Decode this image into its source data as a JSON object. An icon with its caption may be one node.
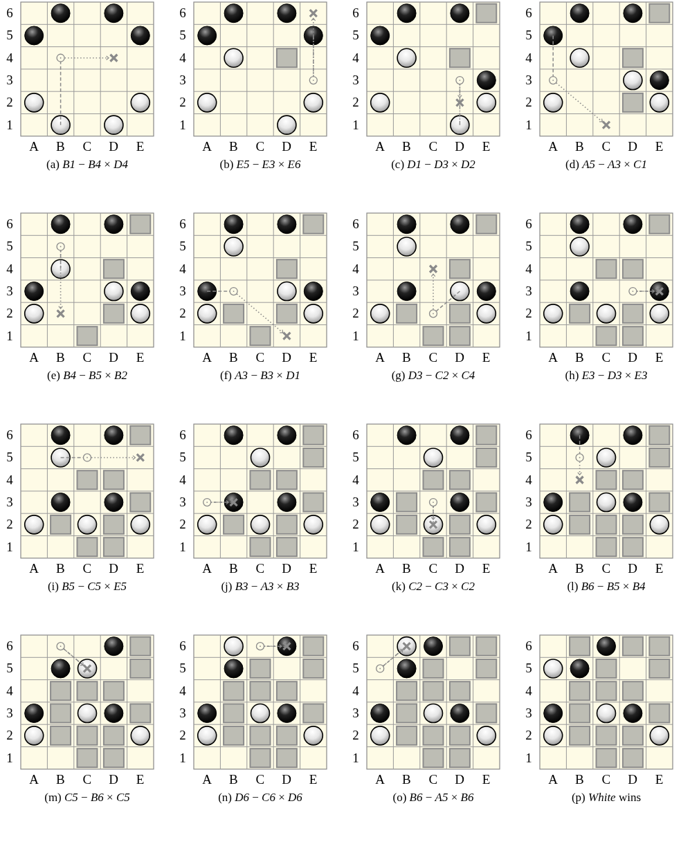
{
  "diagram": {
    "nodes": [
      {
        "text": [
          "(a) *B1* − *B4* × *D4*"
        ],
        "beside": [
          "6",
          "5",
          "4",
          "3",
          "2",
          "1",
          "A",
          "B",
          "C",
          "D",
          "E"
        ]
      },
      {
        "text": [
          "(b) *E5* − *E3* × *E6*"
        ],
        "beside": [
          "6",
          "5",
          "4",
          "3",
          "2",
          "1",
          "A",
          "B",
          "C",
          "D",
          "E"
        ]
      },
      {
        "text": [
          "(c) *D1* − *D3* × *D2*"
        ],
        "beside": [
          "6",
          "5",
          "4",
          "3",
          "2",
          "1",
          "A",
          "B",
          "C",
          "D",
          "E"
        ]
      },
      {
        "text": [
          "(d) *A5* − *A3* × *C1*"
        ],
        "beside": [
          "6",
          "5",
          "4",
          "3",
          "2",
          "1",
          "A",
          "B",
          "C",
          "D",
          "E"
        ]
      },
      {
        "text": [
          "(e) *B4* − *B5* × *B2*"
        ],
        "beside": [
          "6",
          "5",
          "4",
          "3",
          "2",
          "1",
          "A",
          "B",
          "C",
          "D",
          "E"
        ]
      },
      {
        "text": [
          "(f) *A3* − *B3* × *D1*"
        ],
        "beside": [
          "6",
          "5",
          "4",
          "3",
          "2",
          "1",
          "A",
          "B",
          "C",
          "D",
          "E"
        ]
      },
      {
        "text": [
          "(g) *D3* − *C2* × *C4*"
        ],
        "beside": [
          "6",
          "5",
          "4",
          "3",
          "2",
          "1",
          "A",
          "B",
          "C",
          "D",
          "E"
        ]
      },
      {
        "text": [
          "(h) *E3* − *D3* × *E3*"
        ],
        "beside": [
          "6",
          "5",
          "4",
          "3",
          "2",
          "1",
          "A",
          "B",
          "C",
          "D",
          "E"
        ]
      },
      {
        "text": [
          "(i) *B5* − *C5* × *E5*"
        ],
        "beside": [
          "6",
          "5",
          "4",
          "3",
          "2",
          "1",
          "A",
          "B",
          "C",
          "D",
          "E"
        ]
      },
      {
        "text": [
          "(j) *B3* − *A3* × *B3*"
        ],
        "beside": [
          "6",
          "5",
          "4",
          "3",
          "2",
          "1",
          "A",
          "B",
          "C",
          "D",
          "E"
        ]
      },
      {
        "text": [
          "(k) *C2* − *C3* × *C2*"
        ],
        "beside": [
          "6",
          "5",
          "4",
          "3",
          "2",
          "1",
          "A",
          "B",
          "C",
          "D",
          "E"
        ]
      },
      {
        "text": [
          "(l) *B6* − *B5* × *B4*"
        ],
        "beside": [
          "6",
          "5",
          "4",
          "3",
          "2",
          "1",
          "A",
          "B",
          "C",
          "D",
          "E"
        ]
      },
      {
        "text": [
          "(m) *C5* − *B6* × *C5*"
        ],
        "beside": [
          "6",
          "5",
          "4",
          "3",
          "2",
          "1",
          "A",
          "B",
          "C",
          "D",
          "E"
        ]
      },
      {
        "text": [
          "(n) *D6* − *C6* × *D6*"
        ],
        "beside": [
          "6",
          "5",
          "4",
          "3",
          "2",
          "1",
          "A",
          "B",
          "C",
          "D",
          "E"
        ]
      },
      {
        "text": [
          "(o) *B6* − *A5* × *B6*"
        ],
        "beside": [
          "6",
          "5",
          "4",
          "3",
          "2",
          "1",
          "A",
          "B",
          "C",
          "D",
          "E"
        ]
      },
      {
        "text": [
          "(p) *White* wins"
        ],
        "beside": [
          "6",
          "5",
          "4",
          "3",
          "2",
          "1",
          "A",
          "B",
          "C",
          "D",
          "E"
        ]
      }
    ]
  }
}
